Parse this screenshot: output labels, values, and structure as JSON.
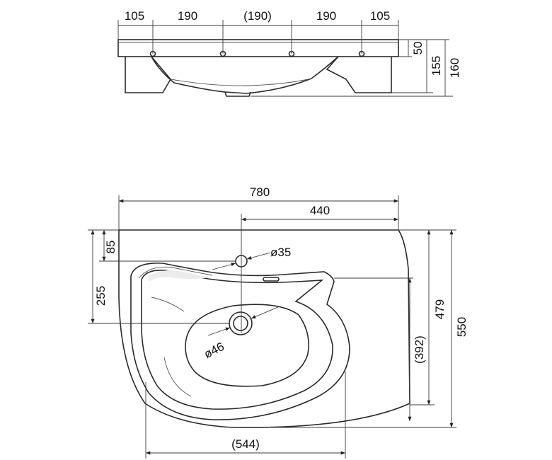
{
  "front_view": {
    "dim_segments": [
      "105",
      "190",
      "(190)",
      "190",
      "105"
    ],
    "dim_rim": "50",
    "dim_bowl_depth": "155",
    "dim_total_height": "160"
  },
  "top_view": {
    "dim_width": "780",
    "dim_tap_offset": "440",
    "dim_tap_from_back": "85",
    "dim_drain_from_back": "255",
    "dim_tap_hole": "ø35",
    "dim_drain_hole": "ø46",
    "dim_depth_total": "550",
    "dim_depth_right": "479",
    "dim_depth_bowl": "(392)",
    "dim_bowl_width": "(544)"
  },
  "colors": {
    "line": "#2a2a2a",
    "dimension": "#3a3a3a",
    "shade": "#ececec"
  }
}
